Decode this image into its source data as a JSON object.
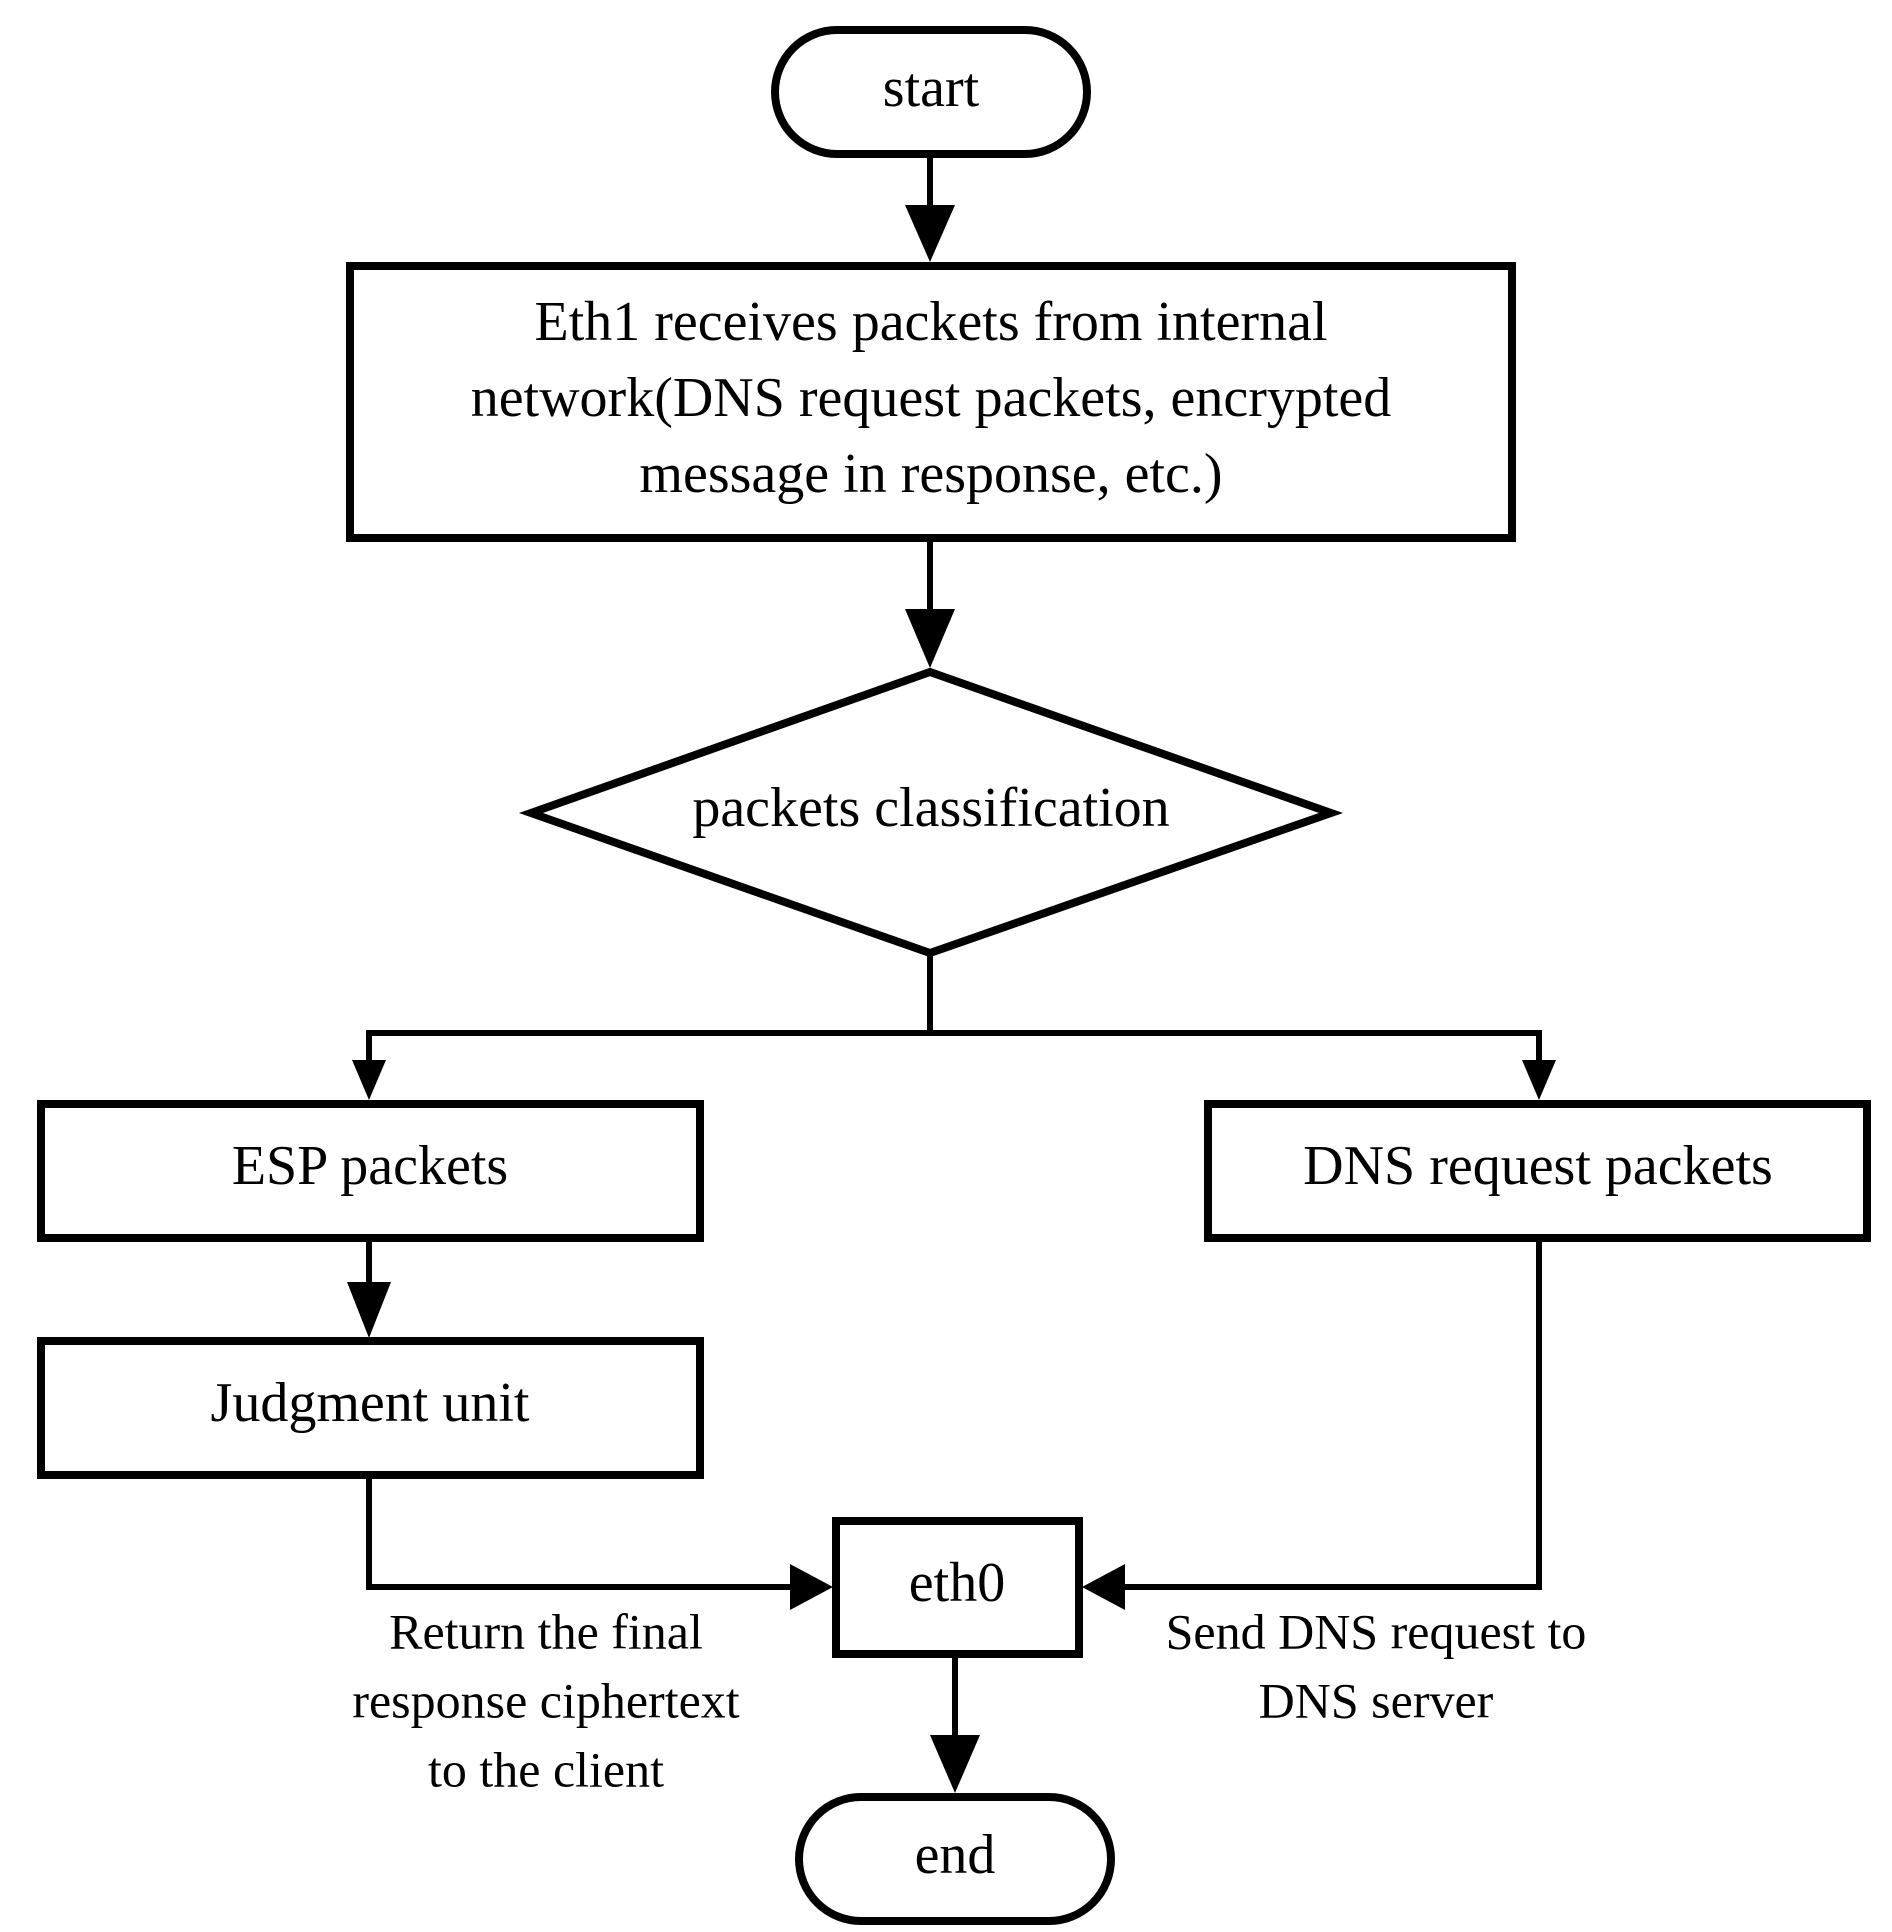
{
  "nodes": {
    "start": "start",
    "receive": [
      "Eth1 receives packets from internal",
      "network(DNS request packets, encrypted",
      "message in response, etc.)"
    ],
    "classify": "packets classification",
    "esp": "ESP packets",
    "dns": "DNS request packets",
    "judgment": "Judgment unit",
    "eth0": "eth0",
    "end": "end"
  },
  "edge_labels": {
    "return": [
      "Return the final",
      "response ciphertext",
      "to the client"
    ],
    "send": [
      "Send DNS request to",
      "DNS server"
    ]
  }
}
